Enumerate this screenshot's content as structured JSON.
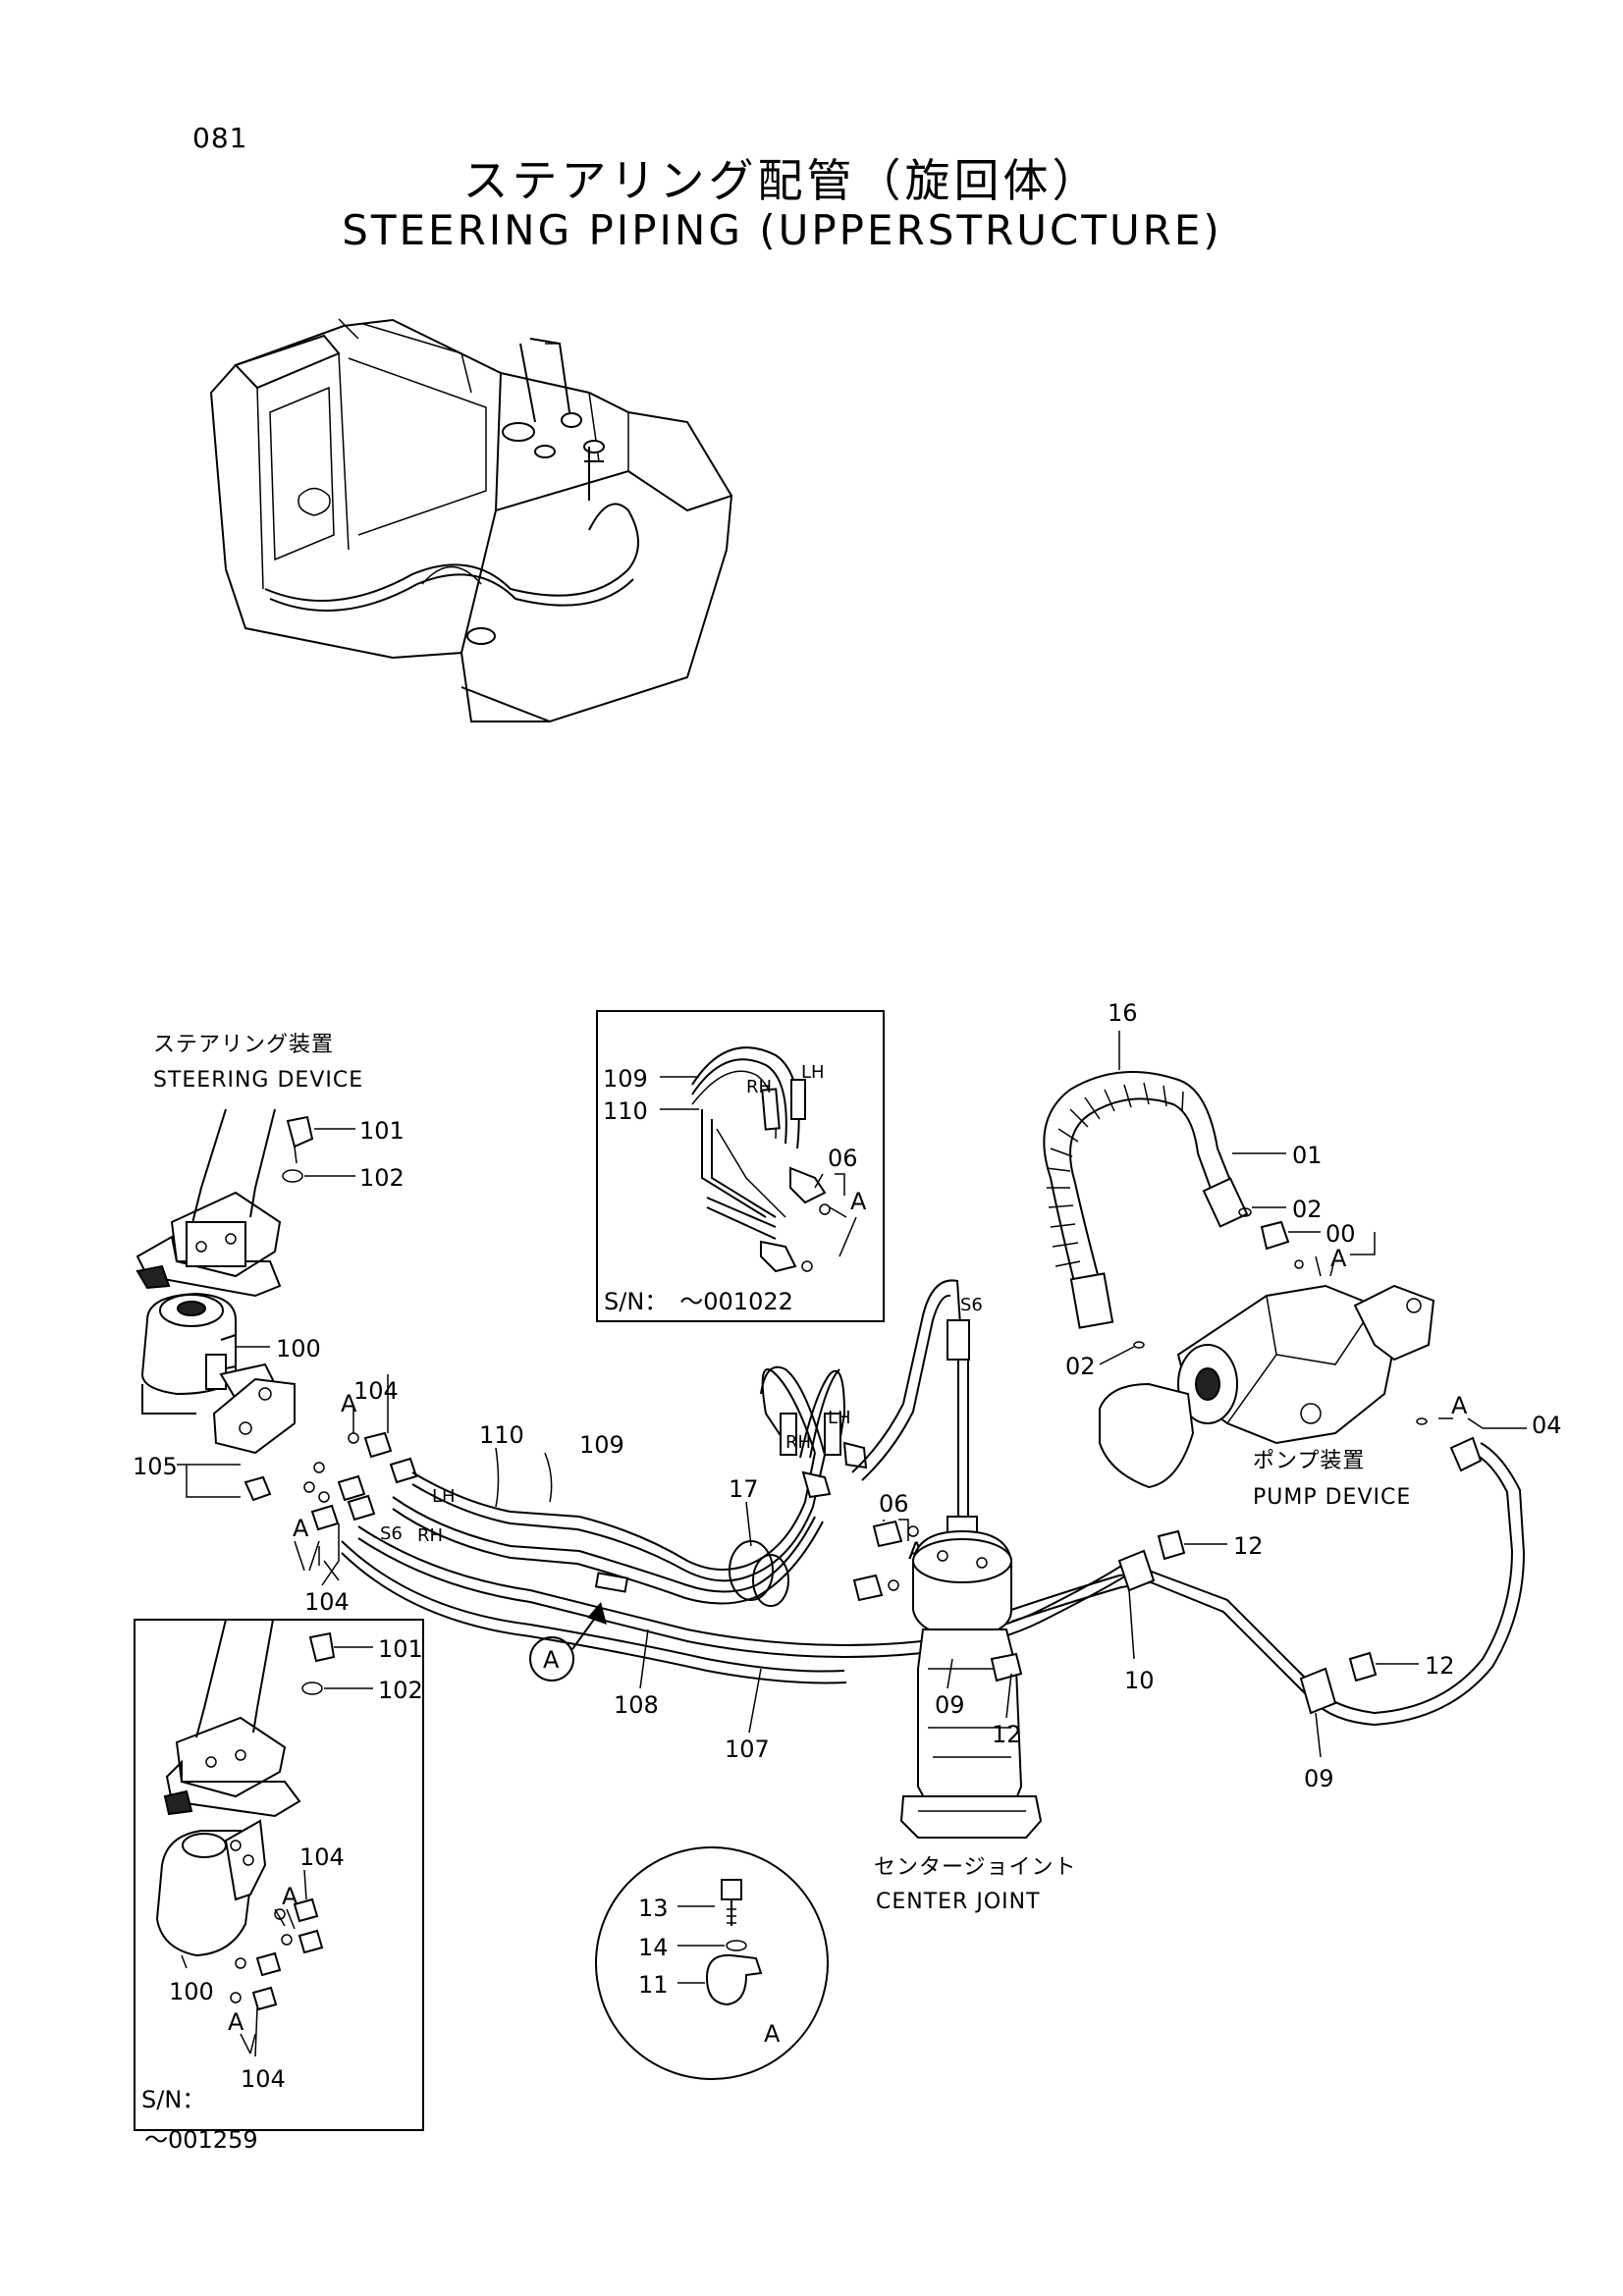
{
  "page_number": "081",
  "title_jp": "ステアリング配管（旋回体）",
  "title_en": "STEERING PIPING (UPPERSTRUCTURE)",
  "captions": {
    "steering_device_jp": "ステアリング装置",
    "steering_device_en": "STEERING DEVICE",
    "pump_device_jp": "ポンプ装置",
    "pump_device_en": "PUMP DEVICE",
    "center_joint_jp": "センタージョイント",
    "center_joint_en": "CENTER JOINT"
  },
  "inset_top": {
    "sn": "S/N：　～001022",
    "labels": [
      "109",
      "110",
      "RH",
      "LH",
      "06",
      "A"
    ]
  },
  "inset_bottom": {
    "sn_line1": "S/N：",
    "sn_line2": "～001259",
    "labels": [
      "101",
      "102",
      "104",
      "A",
      "100",
      "A",
      "104"
    ]
  },
  "detail_a": {
    "labels": [
      "13",
      "14",
      "11",
      "A"
    ]
  },
  "main_labels": {
    "p101": "101",
    "p102": "102",
    "p100": "100",
    "p104a": "104",
    "p104b": "104",
    "p105": "105",
    "pA1": "A",
    "pA2": "A",
    "pLH": "LH",
    "pS6a": "S6",
    "pRH": "RH",
    "p110": "110",
    "p109": "109",
    "p17": "17",
    "p06": "06",
    "pA3": "A",
    "pRH2": "RH",
    "pLH2": "LH",
    "pS6b": "S6",
    "p16": "16",
    "p01": "01",
    "p02a": "02",
    "p00": "00",
    "pA4": "A",
    "p02b": "02",
    "pA5": "A",
    "p04": "04",
    "p12a": "12",
    "p12b": "12",
    "p12c": "12",
    "p10": "10",
    "p09a": "09",
    "p09b": "09",
    "p108": "108",
    "p107": "107",
    "pAcircle": "A"
  }
}
